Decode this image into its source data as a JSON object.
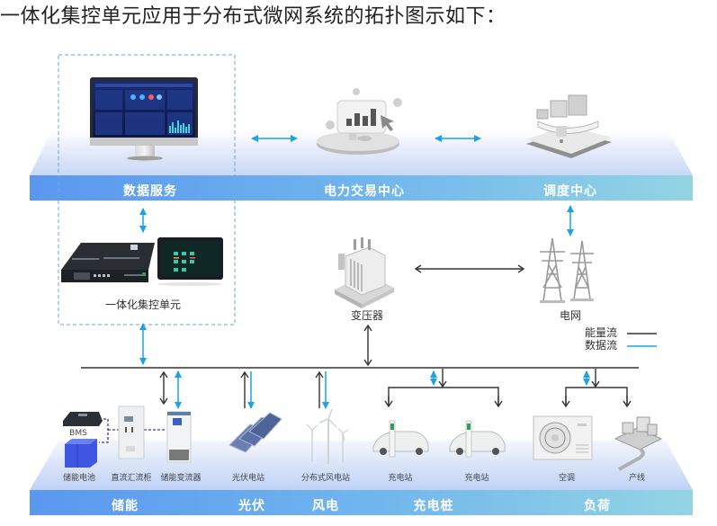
{
  "title": "一体化集控单元应用于分布式微网系统的拓扑图示如下：",
  "top_layer": {
    "band_labels": [
      "数据服务",
      "电力交易中心",
      "调度中心"
    ],
    "nodes": [
      {
        "id": "data-service",
        "icon": "monitor-dashboard-icon"
      },
      {
        "id": "power-trading-center",
        "icon": "trading-chart-icon"
      },
      {
        "id": "dispatch-center",
        "icon": "control-desk-icon"
      }
    ]
  },
  "middle_layer": {
    "integrated_unit": {
      "label": "一体化集控单元",
      "icons": [
        "rack-controller-icon",
        "touch-panel-icon"
      ]
    },
    "transformer": {
      "label": "变压器",
      "icon": "transformer-icon"
    },
    "grid": {
      "label": "电网",
      "icon": "power-tower-icon"
    }
  },
  "legend": {
    "items": [
      {
        "label": "能量流",
        "color": "#333333"
      },
      {
        "label": "数据流",
        "color": "#1aa3e8"
      }
    ]
  },
  "bottom_layer": {
    "band_labels": [
      "储能",
      "光伏",
      "风电",
      "充电桩",
      "负荷"
    ],
    "devices": [
      {
        "label": "BMS",
        "icon": "bms-icon"
      },
      {
        "label": "储能电池",
        "icon": "battery-icon"
      },
      {
        "label": "直流汇流柜",
        "icon": "dc-cabinet-icon"
      },
      {
        "label": "储能变流器",
        "icon": "pcs-cabinet-icon"
      },
      {
        "label": "光伏电站",
        "icon": "solar-panel-icon"
      },
      {
        "label": "分布式风电站",
        "icon": "wind-turbine-icon"
      },
      {
        "label": "充电站",
        "icon": "ev-charger-icon"
      },
      {
        "label": "充电站",
        "icon": "ev-charger-icon"
      },
      {
        "label": "空调",
        "icon": "air-conditioner-icon"
      },
      {
        "label": "产线",
        "icon": "production-line-icon"
      }
    ]
  },
  "colors": {
    "energy_flow": "#333333",
    "data_flow": "#1aa3e8",
    "band_start": "#5b9af0",
    "band_end": "#8fd3e6",
    "dashed_box": "#6aa6d8"
  }
}
